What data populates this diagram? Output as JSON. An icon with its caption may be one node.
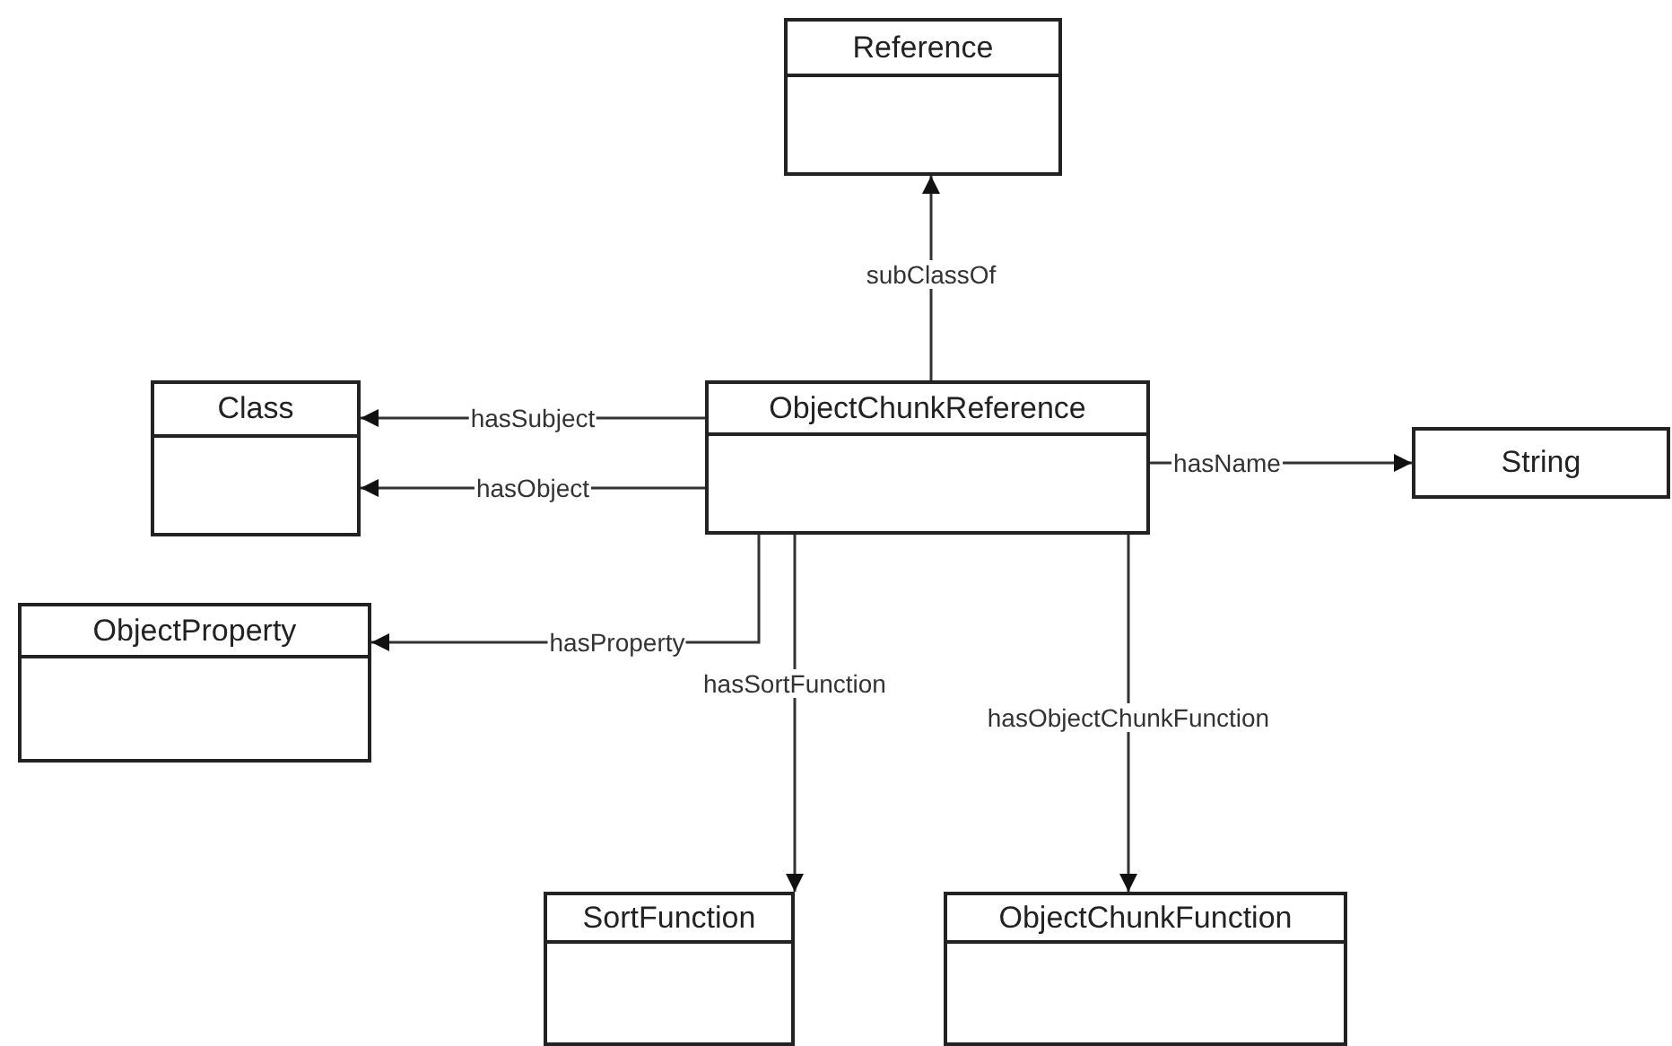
{
  "diagram": {
    "nodes": [
      {
        "text": [
          "Reference"
        ]
      },
      {
        "text": [
          "ObjectChunkReference"
        ]
      },
      {
        "text": [
          "Class"
        ]
      },
      {
        "text": [
          "String"
        ]
      },
      {
        "text": [
          "ObjectProperty"
        ]
      },
      {
        "text": [
          "SortFunction"
        ]
      },
      {
        "text": [
          "ObjectChunkFunction"
        ]
      }
    ],
    "edges": [
      {
        "from": 1,
        "to": 0,
        "arrow": "to",
        "label": "subClassOf"
      },
      {
        "from": 1,
        "to": 2,
        "arrow": "to",
        "label": "hasSubject"
      },
      {
        "from": 1,
        "to": 2,
        "arrow": "to",
        "label": "hasObject"
      },
      {
        "from": 1,
        "to": 3,
        "arrow": "to",
        "label": "hasName"
      },
      {
        "from": 1,
        "to": 4,
        "arrow": "to",
        "label": "hasProperty"
      },
      {
        "from": 1,
        "to": 5,
        "arrow": "to",
        "label": "hasSortFunction"
      },
      {
        "from": 1,
        "to": 6,
        "arrow": "to",
        "label": "hasObjectChunkFunction"
      }
    ]
  }
}
